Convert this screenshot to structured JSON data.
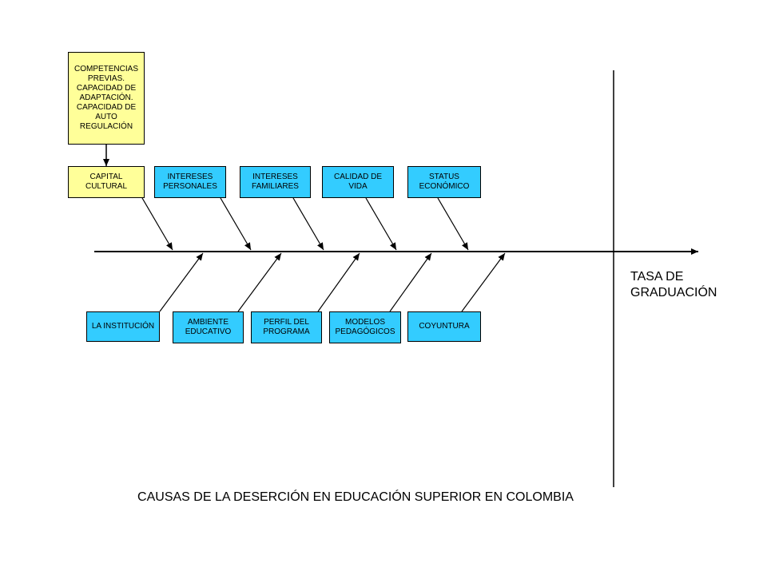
{
  "title": "CAUSAS DE LA DESERCIÓN EN EDUCACIÓN SUPERIOR EN COLOMBIA",
  "effect": "TASA DE\nGRADUACIÓN",
  "sub_cause": "COMPETENCIAS\nPREVIAS.\nCAPACIDAD DE\nADAPTACIÓN.\nCAPACIDAD DE\nAUTO\nREGULACIÓN",
  "top_causes": [
    "CAPITAL\nCULTURAL",
    "INTERESES\nPERSONALES",
    "INTERESES\nFAMILIARES",
    "CALIDAD DE\nVIDA",
    "STATUS\nECONÓMICO"
  ],
  "bottom_causes": [
    "LA INSTITUCIÓN",
    "AMBIENTE\nEDUCATIVO",
    "PERFIL DEL\nPROGRAMA",
    "MODELOS\nPEDAGÓGICOS",
    "COYUNTURA"
  ],
  "colors": {
    "yellow_box": "#ffff99",
    "blue_box": "#33ccff",
    "line": "#000000"
  }
}
